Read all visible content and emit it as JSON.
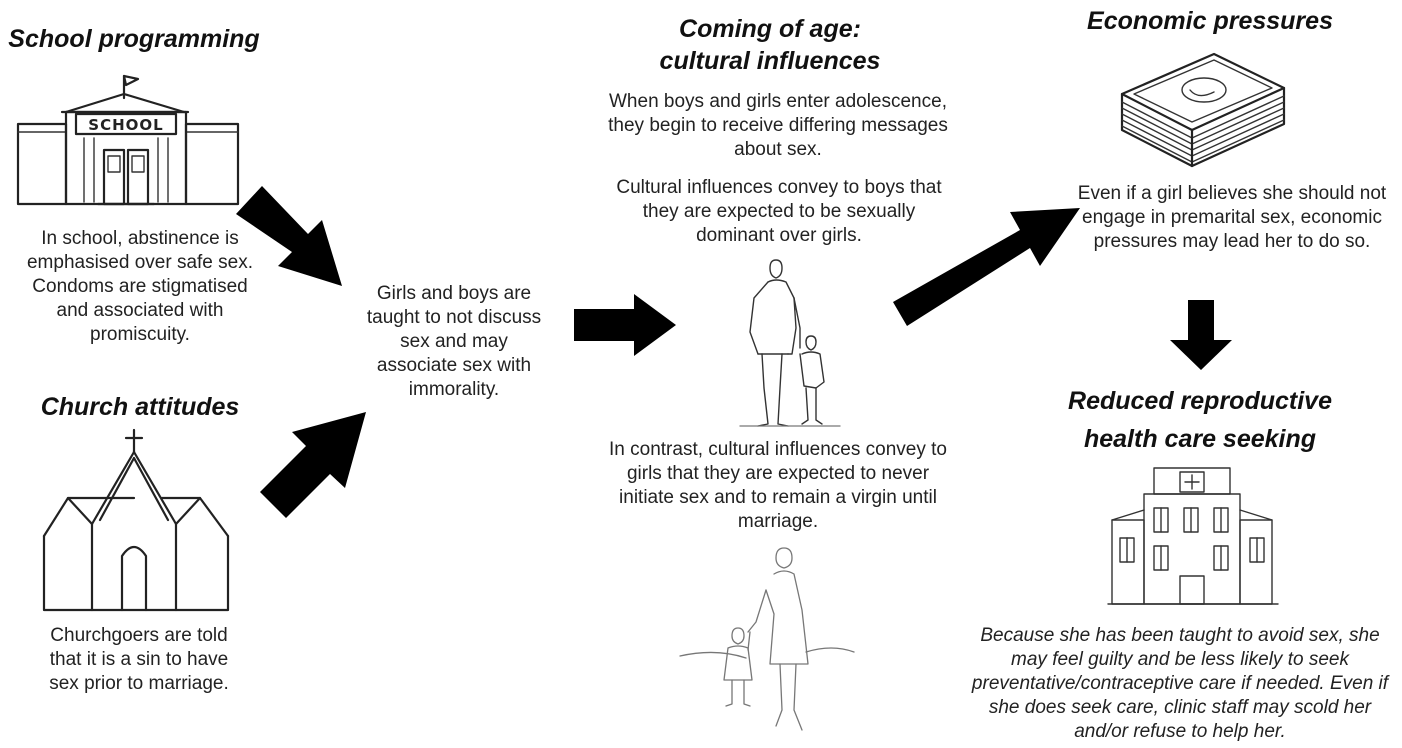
{
  "school": {
    "heading": "School programming",
    "sign": "SCHOOL",
    "text": "In school, abstinence is emphasised over safe sex. Condoms are stigmatised and associated with promiscuity."
  },
  "church": {
    "heading": "Church attitudes",
    "text": "Churchgoers are told that it is a sin to have sex prior to marriage."
  },
  "taught": {
    "text": "Girls and boys are taught to not discuss sex and may associate sex with immorality."
  },
  "coming_of_age": {
    "heading_line1": "Coming of age:",
    "heading_line2": "cultural influences",
    "intro": "When boys and girls enter adolescence, they begin to receive differing messages about sex.",
    "boys": "Cultural influences convey to boys that they are expected to be sexually dominant over girls.",
    "girls": "In contrast, cultural influences convey to girls that they are expected to never initiate sex and to remain a virgin until marriage."
  },
  "economic": {
    "heading": "Economic pressures",
    "text": "Even if a girl believes she should not engage in premarital sex, economic pressures may lead her to do so."
  },
  "reduced": {
    "heading_line1": "Reduced reproductive",
    "heading_line2": "health care seeking",
    "text": "Because she has been taught to avoid sex, she may feel guilty and be less likely to seek preventative/contraceptive care if needed. Even if she does seek care, clinic staff may scold her and/or refuse to help her."
  },
  "icons": {
    "school": "school-building-icon",
    "church": "church-icon",
    "father_son": "father-son-walking-icon",
    "mother_daughter": "mother-daughter-walking-icon",
    "money": "money-stack-icon",
    "hospital": "hospital-icon",
    "arrow": "arrow-icon"
  },
  "colors": {
    "arrow": "#000000",
    "text": "#222222"
  }
}
